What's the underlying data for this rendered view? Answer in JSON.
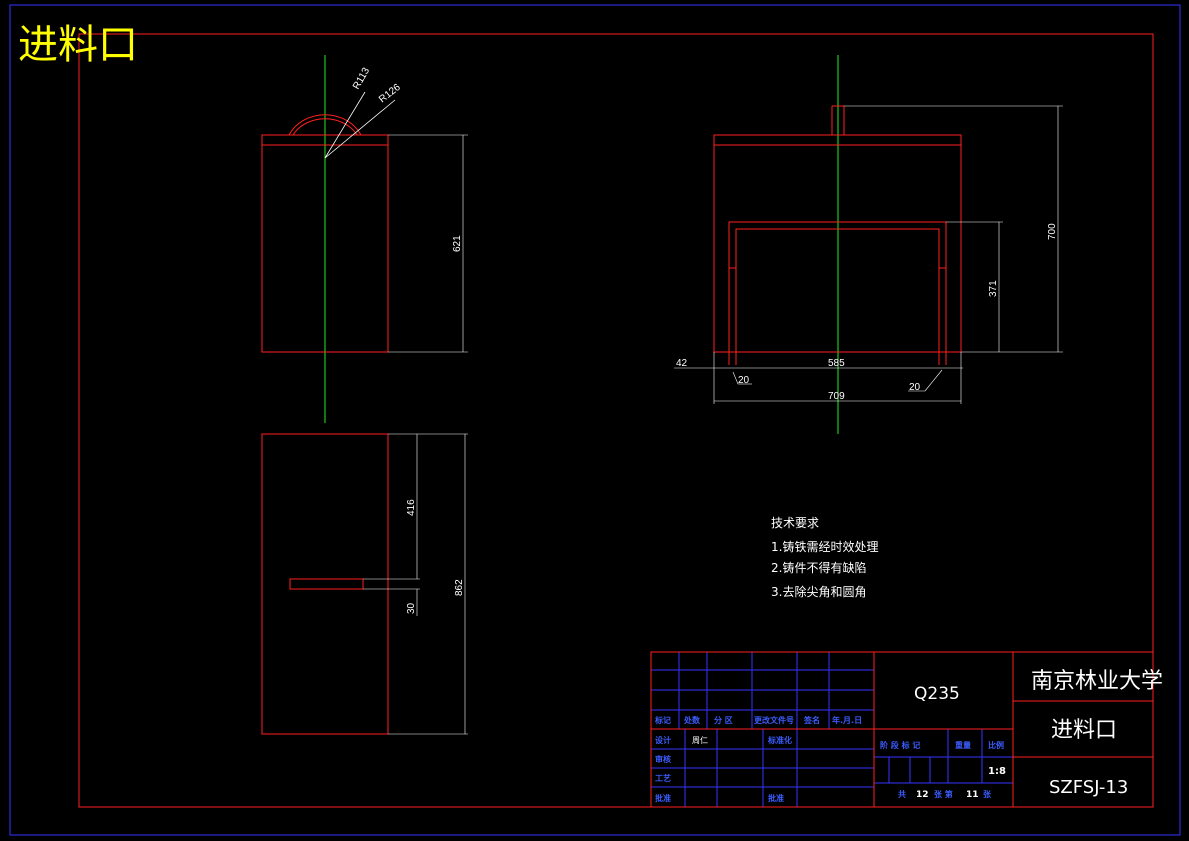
{
  "drawing_title": "进料口",
  "colors": {
    "background": "#000000",
    "outline": "#ff2020",
    "centerline": "#22ee22",
    "dimension": "#ffffff",
    "frame": "#3333ff",
    "title_text": "#ffff00",
    "table_text": "#3b5cff"
  },
  "dimensions": {
    "radius_outer": "R113",
    "radius_inner": "R126",
    "height_left": "621",
    "width_inner": "585",
    "left_offset": "42",
    "wall_left": "20",
    "wall_right": "20",
    "width_total": "709",
    "height_inner": "371",
    "height_total": "700",
    "plan_depth_a": "416",
    "plan_slot": "30",
    "plan_depth_total": "862"
  },
  "tech_requirements": {
    "heading": "技术要求",
    "items": [
      "1.铸铁需经时效处理",
      "2.铸件不得有缺陷",
      "3.去除尖角和圆角"
    ]
  },
  "title_block": {
    "material": "Q235",
    "school": "南京林业大学",
    "part_name": "进料口",
    "drawing_no": "SZFSJ-13",
    "scale": "1:8",
    "headers": {
      "mark": "标记",
      "count": "处数",
      "zone": "分 区",
      "change_doc": "更改文件号",
      "sign": "签名",
      "date": "年.月.日",
      "design": "设计",
      "designer": "周仁",
      "standardize": "标准化",
      "check": "审核",
      "craft": "工艺",
      "approve": "批准",
      "stage_mark": "阶 段 标 记",
      "weight": "重量",
      "scale_label": "比例",
      "total_label": "共",
      "total_sheets": "12",
      "sheet_label": "张 第",
      "sheet_no": "11",
      "sheet_suffix": "张"
    }
  }
}
